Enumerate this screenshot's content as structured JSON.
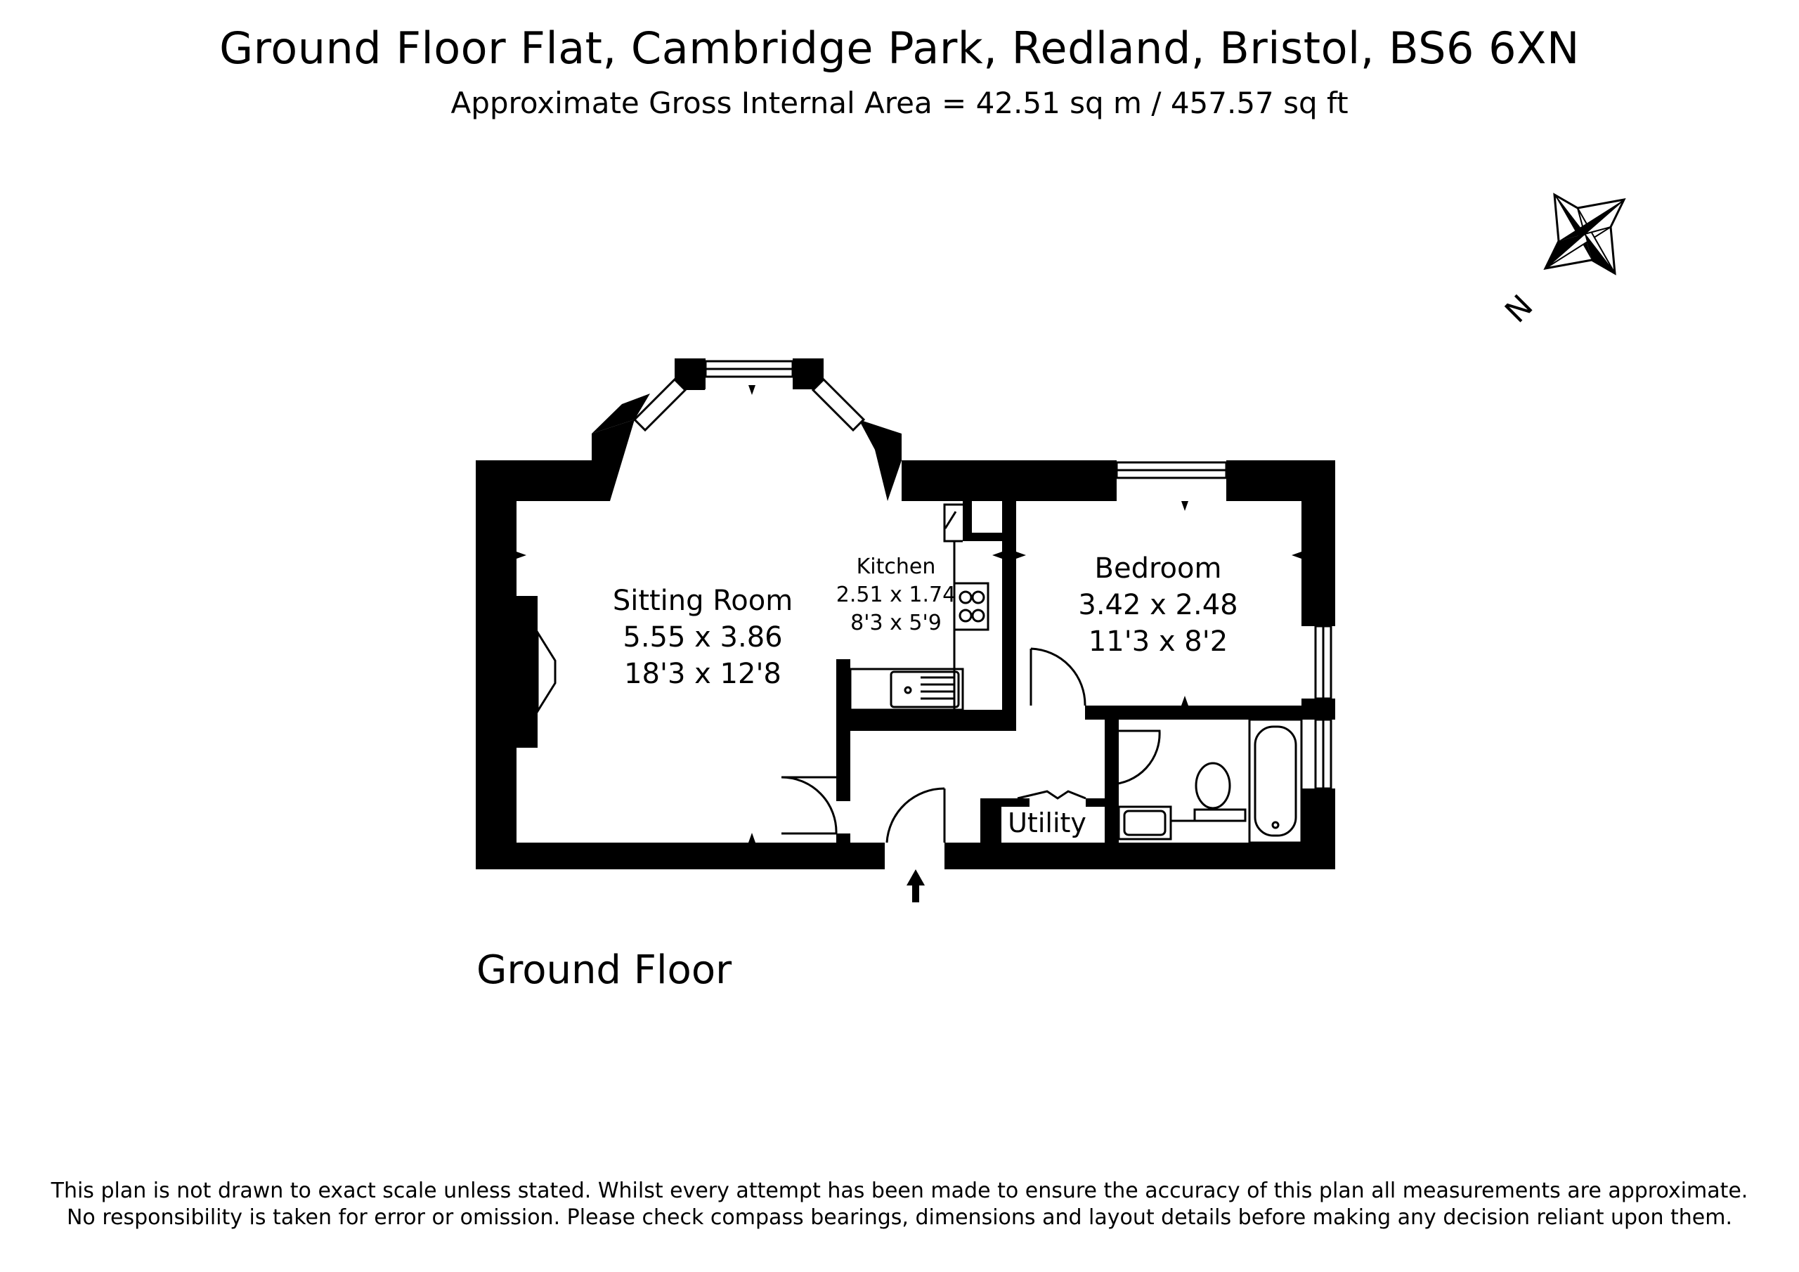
{
  "header": {
    "title": "Ground Floor Flat, Cambridge Park, Redland, Bristol, BS6 6XN",
    "area": "Approximate Gross Internal Area = 42.51 sq m / 457.57 sq ft"
  },
  "compass": {
    "label": "N"
  },
  "rooms": {
    "sitting": {
      "name": "Sitting Room",
      "metric": "5.55 x 3.86",
      "imperial": "18'3 x 12'8"
    },
    "kitchen": {
      "name": "Kitchen",
      "metric": "2.51 x 1.74",
      "imperial": "8'3 x 5'9"
    },
    "bedroom": {
      "name": "Bedroom",
      "metric": "3.42 x 2.48",
      "imperial": "11'3 x 8'2"
    },
    "utility": {
      "name": "Utility"
    }
  },
  "floor": {
    "label": "Ground Floor"
  },
  "footer": {
    "line1": "This plan is not drawn to exact scale unless stated.  Whilst every attempt has been made to ensure the accuracy of this plan all measurements are approximate.",
    "line2": "No responsibility is taken for error or omission.  Please check compass bearings, dimensions and layout details before making any decision reliant upon them."
  }
}
